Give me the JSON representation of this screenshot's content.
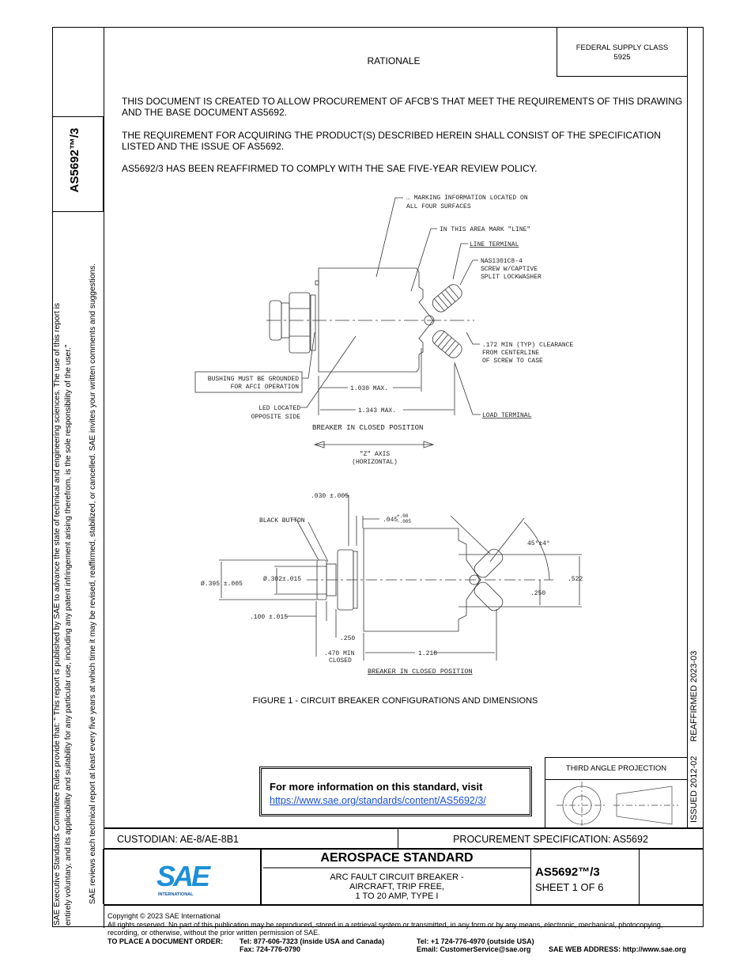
{
  "header": {
    "federal_supply_class_label": "FEDERAL SUPPLY CLASS",
    "federal_supply_class_value": "5925",
    "section_title": "RATIONALE",
    "side_doc_id": "AS5692™/3"
  },
  "rationale": {
    "paragraphs": [
      "THIS DOCUMENT IS CREATED TO ALLOW PROCUREMENT OF AFCB’S THAT MEET THE REQUIREMENTS OF THIS DRAWING AND THE BASE DOCUMENT AS5692.",
      "THE REQUIREMENT FOR ACQUIRING THE PRODUCT(S) DESCRIBED HEREIN SHALL CONSIST OF THE SPECIFICATION LISTED AND THE ISSUE OF AS5692.",
      "AS5692/3 HAS BEEN REAFFIRMED TO COMPLY WITH THE SAE FIVE-YEAR REVIEW POLICY."
    ]
  },
  "drawing_top": {
    "marking_1": "… MARKING INFORMATION LOCATED ON",
    "marking_2": "ALL FOUR SURFACES",
    "line_area": "IN THIS AREA MARK \"LINE\"",
    "line_terminal": "LINE TERMINAL",
    "screw_1": "NAS1301C8-4",
    "screw_2": "SCREW W/CAPTIVE",
    "screw_3": "SPLIT LOCKWASHER",
    "clearance_1": ".172 MIN (TYP) CLEARANCE",
    "clearance_2": "FROM CENTERLINE",
    "clearance_3": "OF SCREW TO CASE",
    "bushing_1": "BUSHING MUST BE GROUNDED",
    "bushing_2": "FOR AFCI OPERATION",
    "dim_1030": "1.030 MAX.",
    "led_1": "LED LOCATED",
    "led_2": "OPPOSITE SIDE",
    "dim_1343": "1.343 MAX.",
    "load_terminal": "LOAD TERMINAL",
    "position": "BREAKER IN CLOSED POSITION",
    "axis_1": "\"Z\" AXIS",
    "axis_2": "(HORIZONTAL)"
  },
  "drawing_bottom": {
    "dim_030": ".030 ±.005",
    "black_button": "BLACK BUTTON",
    "dim_045": ".045",
    "dim_045_tol_plus": "+.00",
    "dim_045_tol_minus": "-.005",
    "angle": "45°±4°",
    "dia_395": "Ø.395 ±.005",
    "dia_302": "Ø.302±.015",
    "dim_522": ".522",
    "dim_250_right": ".250",
    "dim_100": ".100 ±.015",
    "dim_250": ".250",
    "dim_470_1": ".470 MIN",
    "dim_470_2": "CLOSED",
    "dim_1218": "1.218",
    "position": "BREAKER IN CLOSED POSITION"
  },
  "figure_caption": "FIGURE 1 -  CIRCUIT BREAKER CONFIGURATIONS AND DIMENSIONS",
  "info_box": {
    "text": "For more information on this standard, visit",
    "link": "https://www.sae.org/standards/content/AS5692/3/"
  },
  "third_angle_projection": "THIRD ANGLE PROJECTION",
  "side_status": {
    "issued": "ISSUED 2012-02",
    "reaffirmed": "REAFFIRMED 2023-03"
  },
  "left_margin": {
    "line_1": "SAE Executive Standards Committee Rules provide that: \"  This report is published by SAE to advance the state of technical and engineering sciences. The use of this report is",
    "line_2": "entirely voluntary, and its applicability and suitability for any particular use, including any patent infringement arising therefrom, is the sole responsibility of the user.\"",
    "line_3": "SAE reviews each technical report at least every five years at which time it may be revised, reaffirmed, stabilized, or cancelled. SAE invites your written comments and suggestions."
  },
  "title_block": {
    "custodian": "CUSTODIAN: AE-8/AE-8B1",
    "procurement": "PROCUREMENT SPECIFICATION: AS5692",
    "logo_text": "SAE",
    "logo_subtext": "INTERNATIONAL",
    "standard_type": "AEROSPACE STANDARD",
    "title_1": "ARC FAULT CIRCUIT BREAKER -",
    "title_2": "AIRCRAFT, TRIP FREE,",
    "title_3": "1 TO 20 AMP, TYPE I",
    "doc_id": "AS5692™/3",
    "sheet": "SHEET 1 OF 6",
    "colors": {
      "logo_blue": "#1e8fd6",
      "logo_dark": "#0b4f9c"
    }
  },
  "footer": {
    "copyright": "Copyright © 2023 SAE International",
    "rights_1": "All rights reserved. No part of this publication may be reproduced, stored in a retrieval system or transmitted, in any form or by any means, electronic, mechanical, photocopying,",
    "rights_2": "recording, or otherwise, without the prior written permission of SAE.",
    "order_label": "TO PLACE A DOCUMENT ORDER:",
    "tel_us": "Tel: 877-606-7323 (inside USA and Canada)",
    "fax": "Fax: 724-776-0790",
    "tel_intl": "Tel: +1 724-776-4970 (outside USA)",
    "email": "Email: CustomerService@sae.org",
    "web": "SAE WEB ADDRESS: http://www.sae.org"
  }
}
